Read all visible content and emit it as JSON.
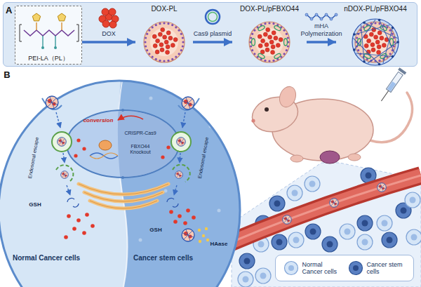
{
  "diagram": {
    "nodes": [
      {
        "text": [
          "A"
        ]
      },
      {
        "text": [
          "PEI-LA（PL）"
        ],
        "in": 0
      },
      {
        "text": [
          "DOX-PL"
        ],
        "in": 0
      },
      {
        "text": [
          "DOX-PL/pFBXO44"
        ],
        "in": 0
      },
      {
        "text": [
          "nDOX-PL/pFBXO44"
        ],
        "in": 0
      },
      {
        "text": [
          "Normal Cancer cells"
        ]
      },
      {
        "text": [
          "Cancer stem cells"
        ]
      }
    ],
    "edges": [
      {
        "from": 1,
        "to": 2,
        "arrow": "to",
        "label": "DOX"
      },
      {
        "from": 2,
        "to": 3,
        "arrow": "to",
        "label": "Cas9 plasmid"
      },
      {
        "from": 3,
        "to": 4,
        "arrow": "to",
        "label": "mHA Polymerization"
      }
    ],
    "labels": [
      "B",
      "Endosomal escape",
      "GSH",
      "conversion",
      "CRISPR-Cas9",
      "FBXO44 Knockout",
      "Endosomal escape",
      "GSH",
      "HAase"
    ],
    "legend": [
      {
        "text": "Normal Cancer cells"
      },
      {
        "text": "Cancer stem cells"
      }
    ]
  }
}
